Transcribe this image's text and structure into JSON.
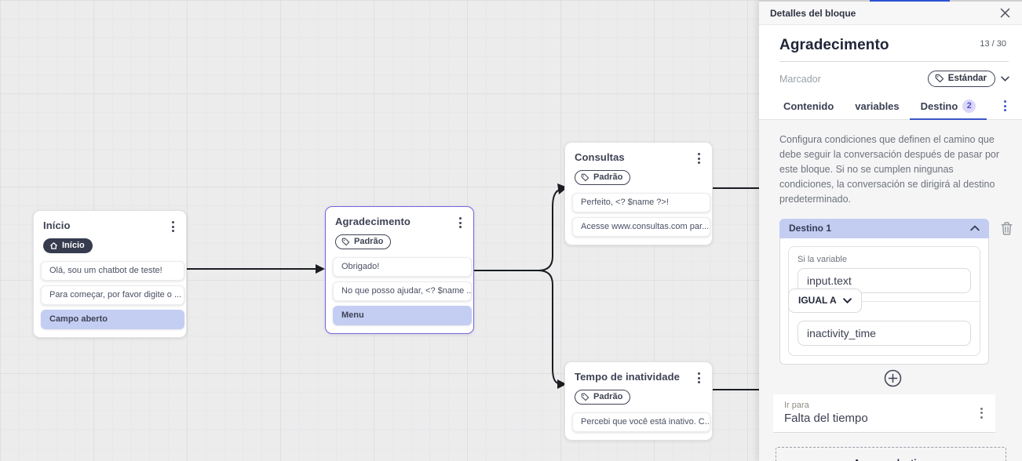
{
  "colors": {
    "accent_blue": "#3d55c8",
    "selected_border": "#7165e3",
    "highlight_row": "#c4cef2",
    "dark_badge": "#363c4e",
    "canvas_bg": "#ececed"
  },
  "canvas": {
    "nodes": [
      {
        "title": "Início",
        "badge": {
          "icon": "home-icon",
          "label": "Início"
        },
        "rows": [
          {
            "text": "Olá, sou um chatbot de teste!",
            "highlight": false
          },
          {
            "text": "Para começar, por favor digite o ...",
            "highlight": false
          },
          {
            "text": "Campo aberto",
            "highlight": true
          }
        ]
      },
      {
        "title": "Agradecimento",
        "selected": true,
        "badge": {
          "icon": "tag-icon",
          "label": "Padrão"
        },
        "rows": [
          {
            "text": "Obrigado!",
            "highlight": false
          },
          {
            "text": "No que posso ajudar, <? $name ...",
            "highlight": false
          },
          {
            "text": "Menu",
            "highlight": true
          }
        ]
      },
      {
        "title": "Consultas",
        "badge": {
          "icon": "tag-icon",
          "label": "Padrão"
        },
        "rows": [
          {
            "text": "Perfeito, <? $name ?>!",
            "highlight": false
          },
          {
            "text": "Acesse www.consultas.com par...",
            "highlight": false
          }
        ]
      },
      {
        "title": "Tempo de inatividade",
        "badge": {
          "icon": "tag-icon",
          "label": "Padrão"
        },
        "rows": [
          {
            "text": "Percebi que você está inativo. C...",
            "highlight": false
          }
        ]
      }
    ]
  },
  "panel": {
    "header": {
      "title": "Detalles del bloque"
    },
    "block": {
      "name": "Agradecimento",
      "counter": "13 / 30",
      "marker_label": "Marcador",
      "marker_value": "Estándar"
    },
    "tabs": [
      {
        "label": "Contenido"
      },
      {
        "label": "variables"
      },
      {
        "label": "Destino",
        "badge": "2"
      }
    ],
    "description": "Configura condiciones que definen el camino que debe seguir la conversación después de pasar por este bloque. Si no se cumplen ningunas condiciones, la conversación se dirigirá al destino predeterminado.",
    "destination": {
      "title": "Destino 1",
      "condition_label": "Si la variable",
      "variable_value": "input.text",
      "operator": "IGUAL A",
      "value": "inactivity_time",
      "goto_label": "Ir para",
      "goto_value": "Falta del tiempo"
    },
    "add_button": "Agregar destino"
  }
}
